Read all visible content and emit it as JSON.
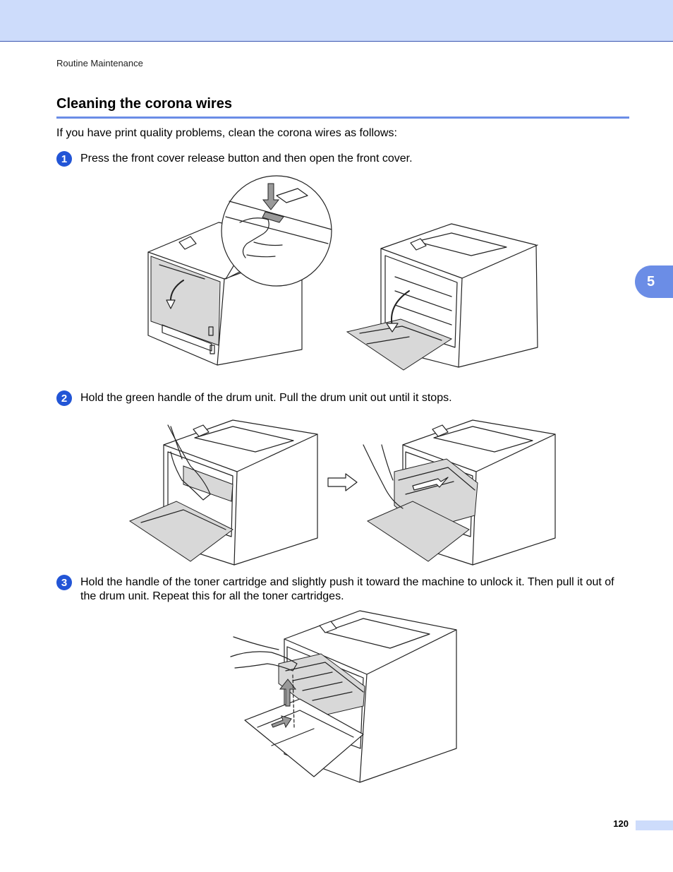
{
  "header": {
    "running_title": "Routine Maintenance"
  },
  "section": {
    "title": "Cleaning the corona wires",
    "intro": "If you have print quality problems, clean the corona wires as follows:"
  },
  "steps": [
    {
      "number": "1",
      "text": "Press the front cover release button and then open the front cover."
    },
    {
      "number": "2",
      "text": "Hold the green handle of the drum unit. Pull the drum unit out until it stops."
    },
    {
      "number": "3",
      "text": "Hold the handle of the toner cartridge and slightly push it toward the machine to unlock it. Then pull it out of the drum unit. Repeat this for all the toner cartridges."
    }
  ],
  "chapter_tab": "5",
  "footer": {
    "page_number": "120"
  },
  "colors": {
    "accent": "#2255d6",
    "band": "#cddcfb",
    "rule": "#6b8de6"
  }
}
